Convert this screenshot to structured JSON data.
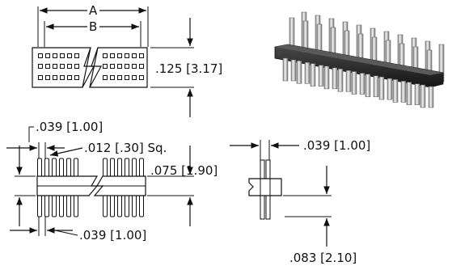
{
  "labels": {
    "dim_a": "A",
    "dim_b": "B",
    "height": ".125 [3.17]",
    "pitch_top": ".039 [1.00]",
    "pin_square": ".012 [.30] Sq.",
    "body_height": ".075 [1.90]",
    "pitch_bottom": ".039 [1.00]",
    "row_pitch": ".039 [1.00]",
    "pin_length": ".083 [2.10]"
  },
  "colors": {
    "line": "#111111",
    "background": "#ffffff",
    "photo_metal": "#c9c9c9",
    "photo_body": "#2a2a2a"
  }
}
